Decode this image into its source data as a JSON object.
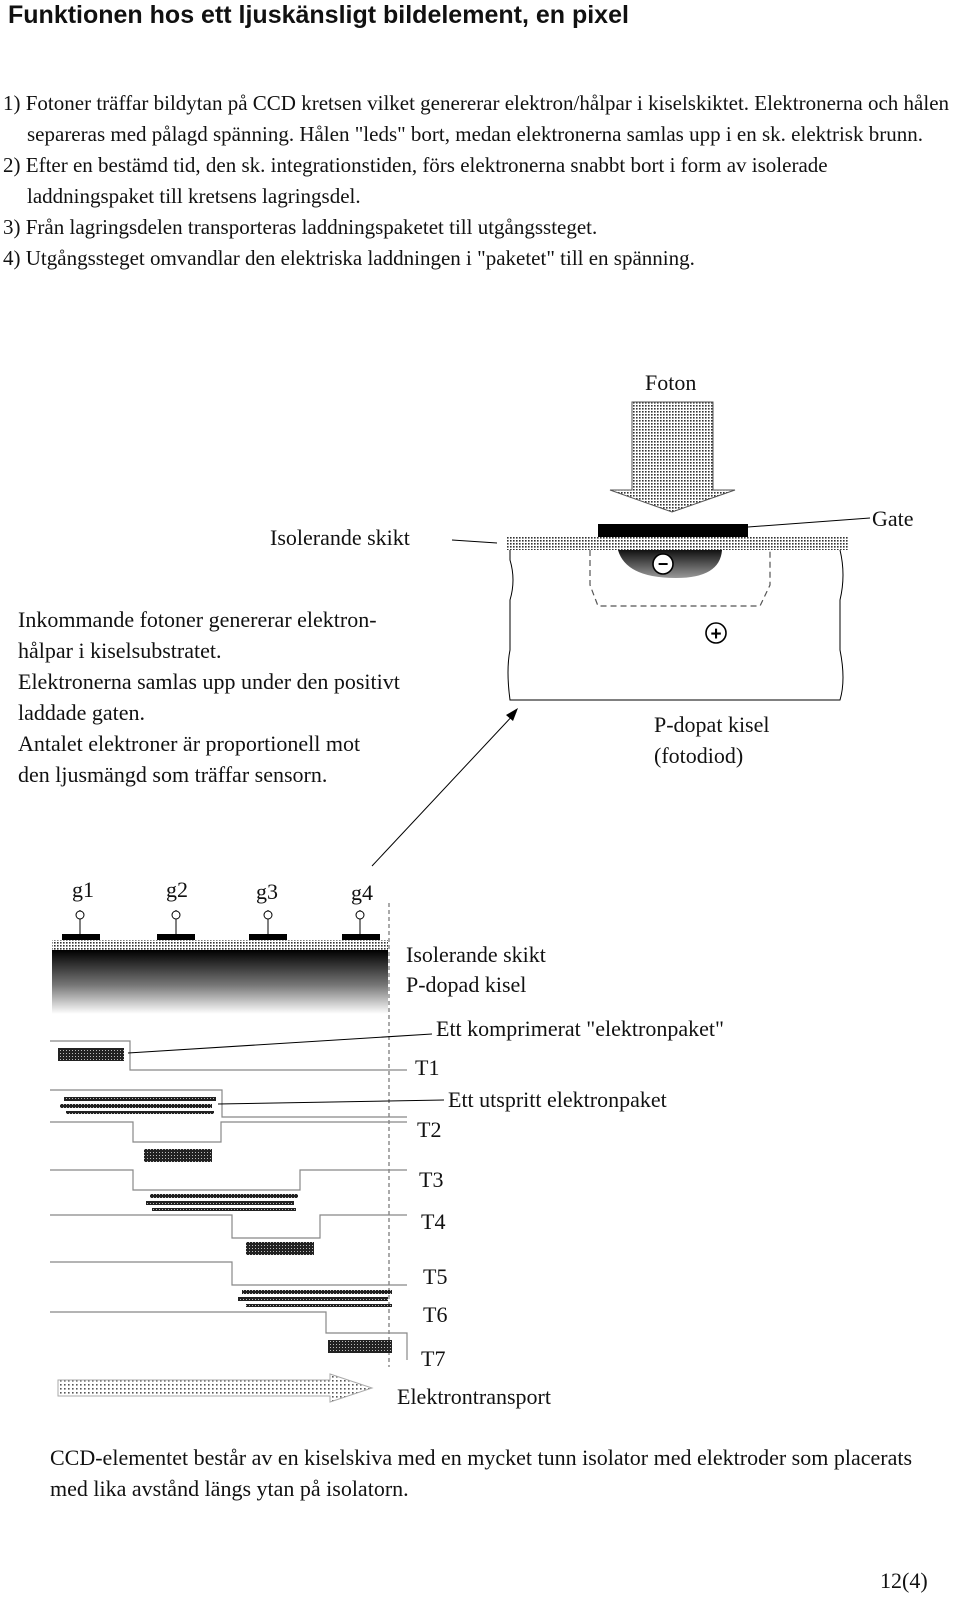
{
  "title": "Funktionen hos ett ljuskänsligt bildelement, en pixel",
  "steps": [
    "1) Fotoner träffar bildytan på CCD kretsen vilket genererar elektron/hålpar i kiselskiktet. Elektronerna och hålen separeras med pålagd spänning. Hålen \"leds\" bort, medan elektronerna samlas upp i en sk. elektrisk brunn.",
    "2) Efter en bestämd tid, den sk. integrationstiden, förs elektronerna snabbt bort i form av isolerade laddningspaket till kretsens lagringsdel.",
    "3) Från lagringsdelen transporteras laddningspaketet till utgångssteget.",
    "4) Utgångssteget omvandlar den elektriska laddningen i \"paketet\" till en spänning."
  ],
  "pixel_diagram": {
    "photon_label": "Foton",
    "gate_label": "Gate",
    "insulator_label": "Isolerande skikt",
    "minus_sign": "−",
    "plus_sign": "+",
    "substrate_label_line1": "P-dopat kisel",
    "substrate_label_line2": "(fotodiod)",
    "description": [
      "Inkommande fotoner genererar elektron-",
      "hålpar i kiselsubstratet.",
      "Elektronerna samlas upp under den positivt",
      "laddade gaten.",
      "Antalet elektroner är proportionell mot",
      "den ljusmängd som träffar sensorn."
    ]
  },
  "ccd_diagram": {
    "gates": [
      "g1",
      "g2",
      "g3",
      "g4"
    ],
    "insulator_label": "Isolerande skikt",
    "substrate_label": "P-dopad kisel",
    "compressed_packet_label": "Ett komprimerat \"elektronpaket\"",
    "spread_packet_label": "Ett utspritt elektronpaket",
    "time_steps": [
      "T1",
      "T2",
      "T3",
      "T4",
      "T5",
      "T6",
      "T7"
    ],
    "transport_label": "Elektrontransport"
  },
  "footer_text": "CCD-elementet består av en kiselskiva med en mycket tunn isolator med elektroder som placerats med lika avstånd längs ytan på isolatorn.",
  "page_number": "12(4)"
}
